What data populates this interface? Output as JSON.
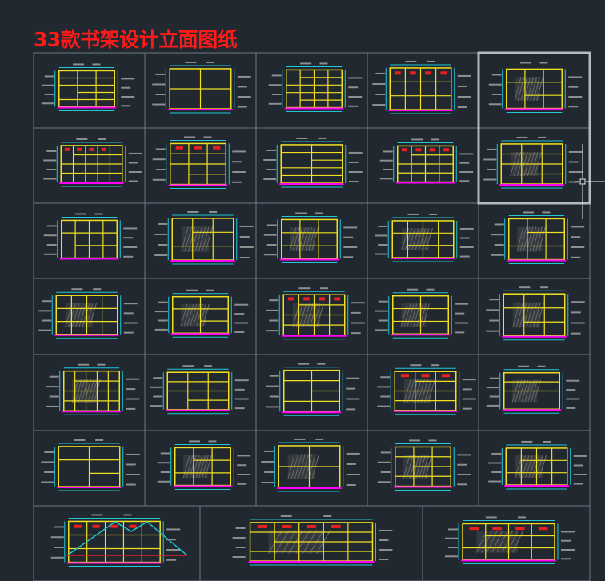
{
  "title": "33款书架设计立面图纸",
  "drawing_count": 33,
  "colors": {
    "background": "#212830",
    "title": "#ff1a1a",
    "frame": "#6e7882",
    "cabinet": "#f0e020",
    "dimension": "#20c8d8",
    "section": "#ff00ff",
    "note": "#a8a8a8",
    "accent": "#e82020"
  },
  "selection": {
    "row": 0,
    "col": 4,
    "rows_spanned": 2
  },
  "thumbnails": [
    {
      "name": "elevation-01",
      "cols": 3,
      "rows": 5,
      "hatch": false,
      "red": false
    },
    {
      "name": "elevation-02",
      "cols": 2,
      "rows": 2,
      "hatch": false,
      "red": false
    },
    {
      "name": "elevation-03",
      "cols": 4,
      "rows": 5,
      "hatch": false,
      "red": false
    },
    {
      "name": "elevation-04",
      "cols": 4,
      "rows": 3,
      "hatch": false,
      "red": true
    },
    {
      "name": "elevation-05",
      "cols": 3,
      "rows": 3,
      "hatch": true,
      "red": false
    },
    {
      "name": "elevation-06",
      "cols": 5,
      "rows": 4,
      "hatch": false,
      "red": true
    },
    {
      "name": "elevation-07",
      "cols": 3,
      "rows": 4,
      "hatch": false,
      "red": true
    },
    {
      "name": "elevation-08",
      "cols": 2,
      "rows": 5,
      "hatch": false,
      "red": false
    },
    {
      "name": "elevation-09",
      "cols": 4,
      "rows": 4,
      "hatch": false,
      "red": true
    },
    {
      "name": "elevation-10",
      "cols": 3,
      "rows": 4,
      "hatch": true,
      "red": false
    },
    {
      "name": "elevation-11",
      "cols": 4,
      "rows": 3,
      "hatch": false,
      "red": false
    },
    {
      "name": "elevation-12",
      "cols": 3,
      "rows": 3,
      "hatch": true,
      "red": false
    },
    {
      "name": "elevation-13",
      "cols": 3,
      "rows": 3,
      "hatch": true,
      "red": false
    },
    {
      "name": "elevation-14",
      "cols": 4,
      "rows": 3,
      "hatch": true,
      "red": false
    },
    {
      "name": "elevation-15",
      "cols": 3,
      "rows": 3,
      "hatch": true,
      "red": false
    },
    {
      "name": "elevation-16",
      "cols": 4,
      "rows": 3,
      "hatch": true,
      "red": false
    },
    {
      "name": "elevation-17",
      "cols": 2,
      "rows": 3,
      "hatch": true,
      "red": false
    },
    {
      "name": "elevation-18",
      "cols": 4,
      "rows": 4,
      "hatch": true,
      "red": true
    },
    {
      "name": "elevation-19",
      "cols": 2,
      "rows": 3,
      "hatch": true,
      "red": false
    },
    {
      "name": "elevation-20",
      "cols": 3,
      "rows": 3,
      "hatch": true,
      "red": false
    },
    {
      "name": "elevation-21",
      "cols": 5,
      "rows": 4,
      "hatch": true,
      "red": false
    },
    {
      "name": "elevation-22",
      "cols": 3,
      "rows": 4,
      "hatch": false,
      "red": false
    },
    {
      "name": "elevation-23",
      "cols": 2,
      "rows": 4,
      "hatch": false,
      "red": false
    },
    {
      "name": "elevation-24",
      "cols": 3,
      "rows": 4,
      "hatch": true,
      "red": true
    },
    {
      "name": "elevation-25",
      "cols": 1,
      "rows": 4,
      "hatch": true,
      "red": false
    },
    {
      "name": "elevation-26",
      "cols": 2,
      "rows": 3,
      "hatch": false,
      "red": false
    },
    {
      "name": "elevation-27",
      "cols": 3,
      "rows": 3,
      "hatch": true,
      "red": false
    },
    {
      "name": "elevation-28",
      "cols": 2,
      "rows": 2,
      "hatch": true,
      "red": false
    },
    {
      "name": "elevation-29",
      "cols": 3,
      "rows": 4,
      "hatch": true,
      "red": false
    },
    {
      "name": "elevation-30",
      "cols": 4,
      "rows": 3,
      "hatch": true,
      "red": false
    },
    {
      "name": "elevation-31",
      "cols": 5,
      "rows": 3,
      "hatch": false,
      "red": true
    },
    {
      "name": "elevation-32",
      "cols": 5,
      "rows": 4,
      "hatch": true,
      "red": true
    },
    {
      "name": "elevation-33",
      "cols": 4,
      "rows": 3,
      "hatch": true,
      "red": true
    }
  ]
}
